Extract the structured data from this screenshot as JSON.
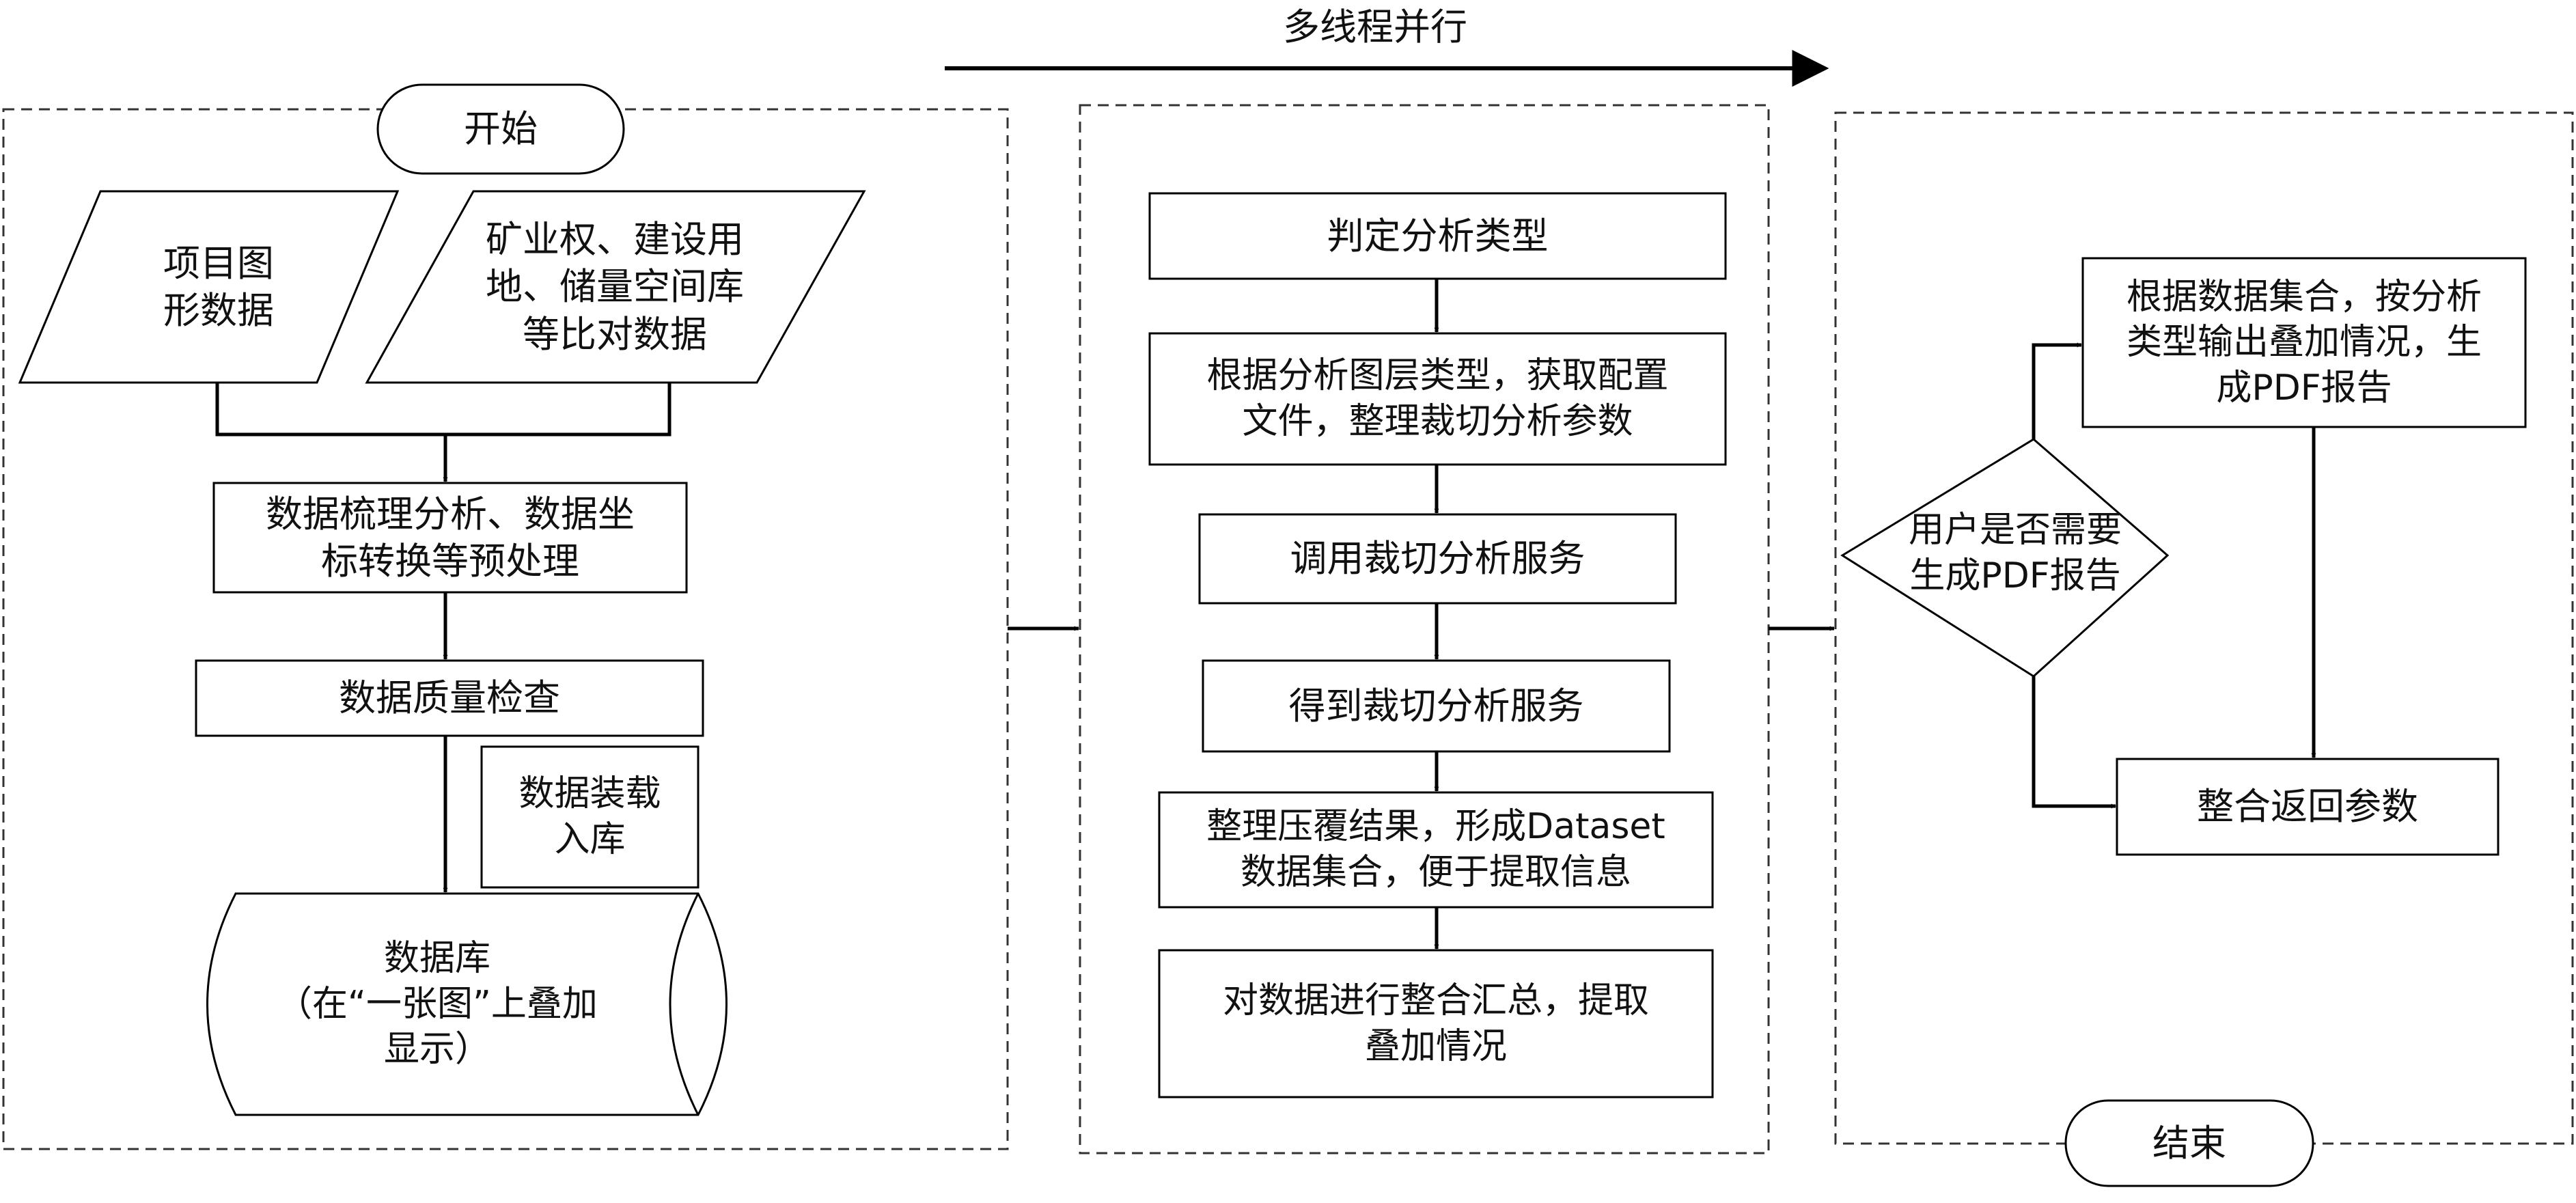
{
  "header": {
    "parallel_label": "多线程并行"
  },
  "left": {
    "start": "开始",
    "project_data": [
      "项目图",
      "形数据"
    ],
    "compare_data": [
      "矿业权、建设用",
      "地、储量空间库",
      "等比对数据"
    ],
    "preprocess": [
      "数据梳理分析、数据坐",
      "标转换等预处理"
    ],
    "quality_check": "数据质量检查",
    "load": [
      "数据装载",
      "入库"
    ],
    "database": [
      "数据库",
      "（在“一张图”上叠加",
      "显示）"
    ]
  },
  "middle": {
    "determine_type": "判定分析类型",
    "get_config": [
      "根据分析图层类型，获取配置",
      "文件，整理裁切分析参数"
    ],
    "call_service": "调用裁切分析服务",
    "get_service": "得到裁切分析服务",
    "organize_result": [
      "整理压覆结果，形成Dataset",
      "数据集合，便于提取信息"
    ],
    "summarize": [
      "对数据进行整合汇总，提取",
      "叠加情况"
    ]
  },
  "right": {
    "need_pdf": [
      "用户是否需要",
      "生成PDF报告"
    ],
    "generate_pdf": [
      "根据数据集合，按分析",
      "类型输出叠加情况，生",
      "成PDF报告"
    ],
    "return_params": "整合返回参数",
    "end": "结束"
  }
}
